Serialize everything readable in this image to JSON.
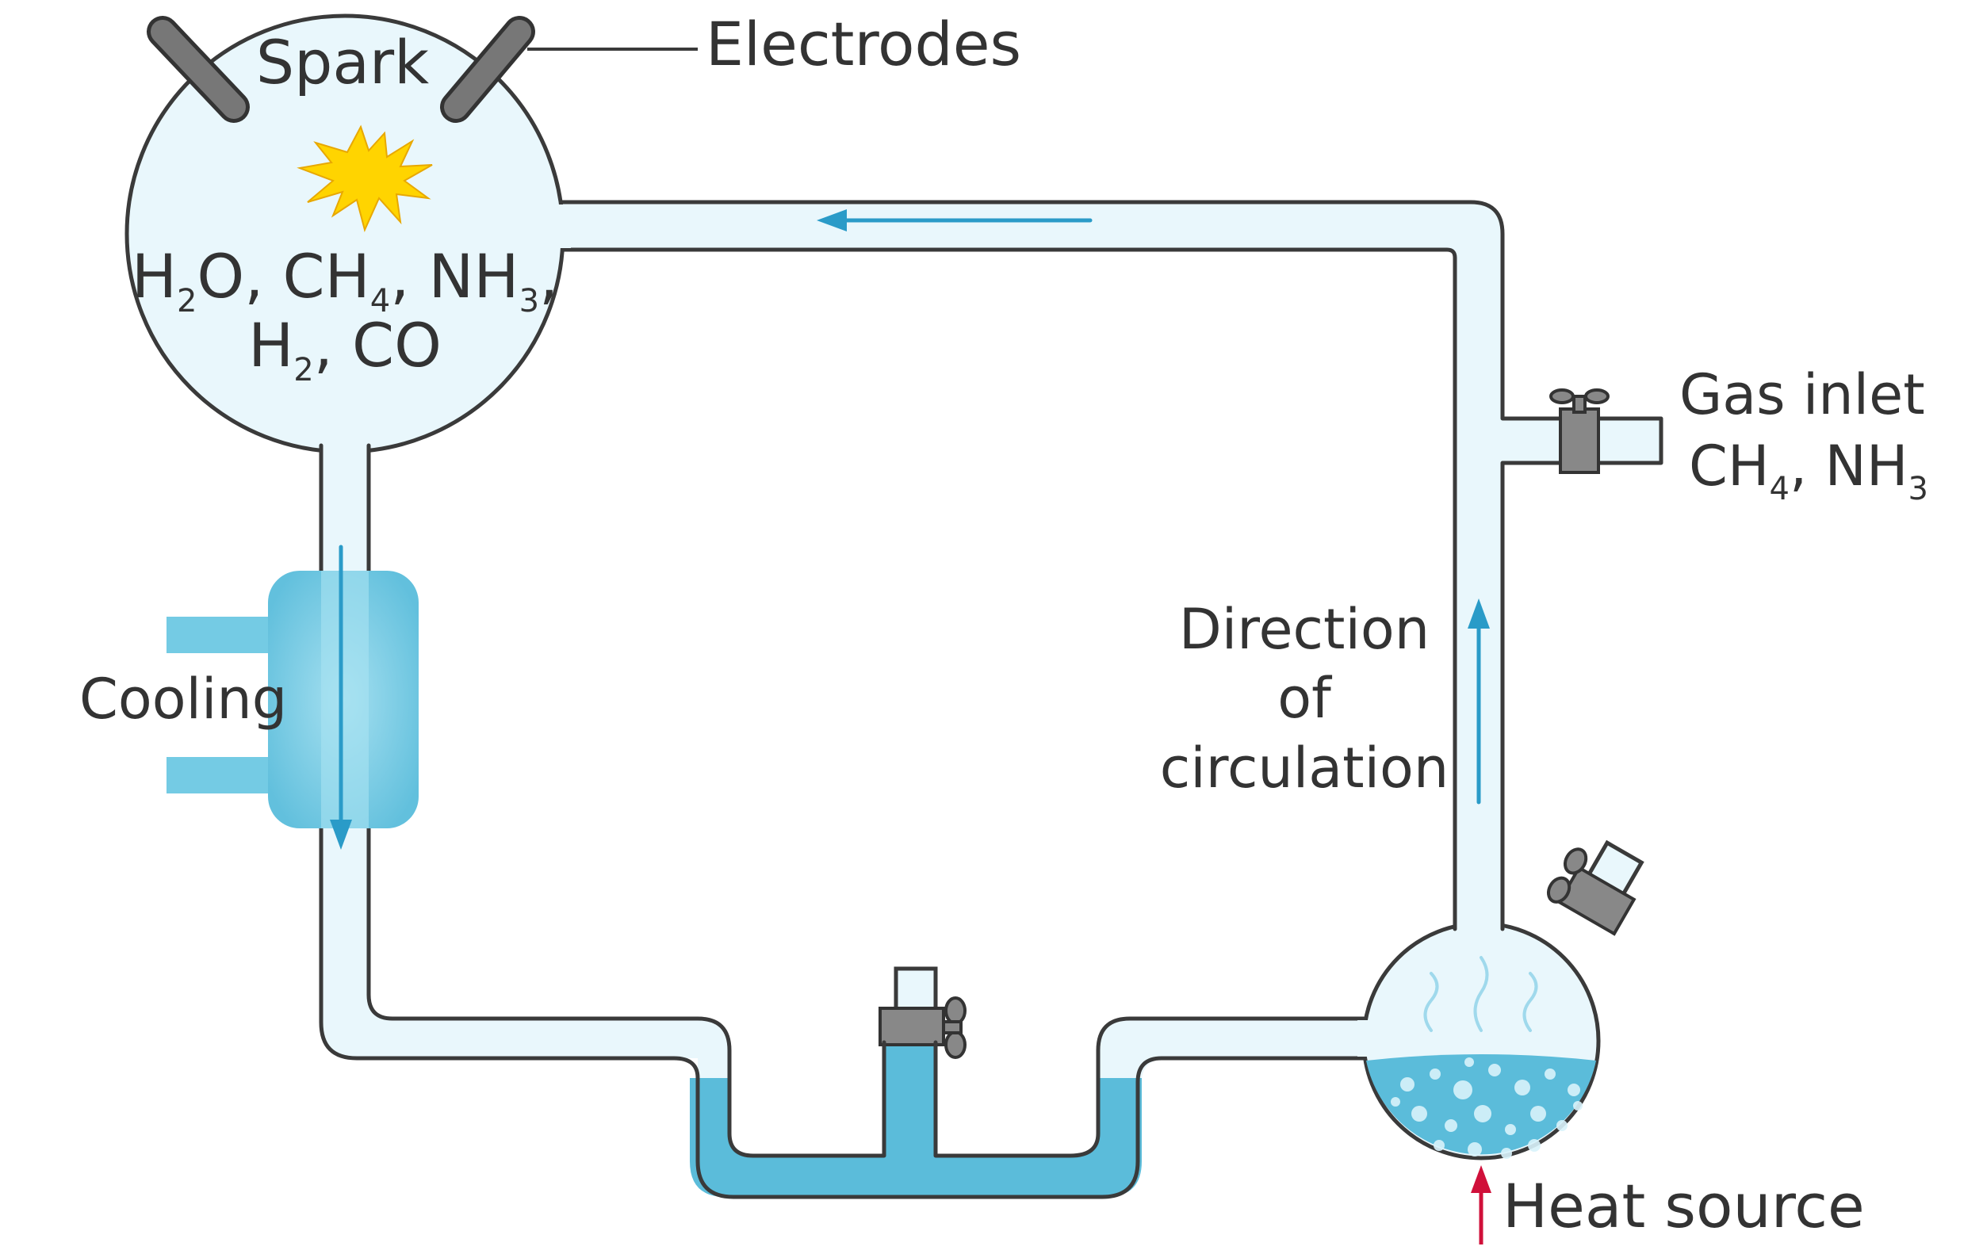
{
  "labels": {
    "spark": "Spark",
    "electrodes": "Electrodes",
    "gases_line1": [
      "H",
      "2",
      "O, CH",
      "4",
      ",  NH",
      "3",
      ","
    ],
    "gases_line2": [
      "H",
      "2",
      ",  CO"
    ],
    "cooling": "Cooling",
    "direction_line1": "Direction",
    "direction_line2": "of",
    "direction_line3": "circulation",
    "gas_inlet_line1": "Gas inlet",
    "gas_inlet_line2": [
      "CH",
      "4",
      ",  NH",
      "3"
    ],
    "heat_source": "Heat source"
  },
  "colors": {
    "glass": "#e9f7fc",
    "water": "#5bbcda",
    "condenser": "#74cbe4",
    "flow_arrow": "#2a9bc8",
    "heat_arrow": "#d0103a",
    "spark": "#ffd400",
    "valve": "#888888",
    "outline": "#3a3a3a",
    "text": "#333333"
  }
}
